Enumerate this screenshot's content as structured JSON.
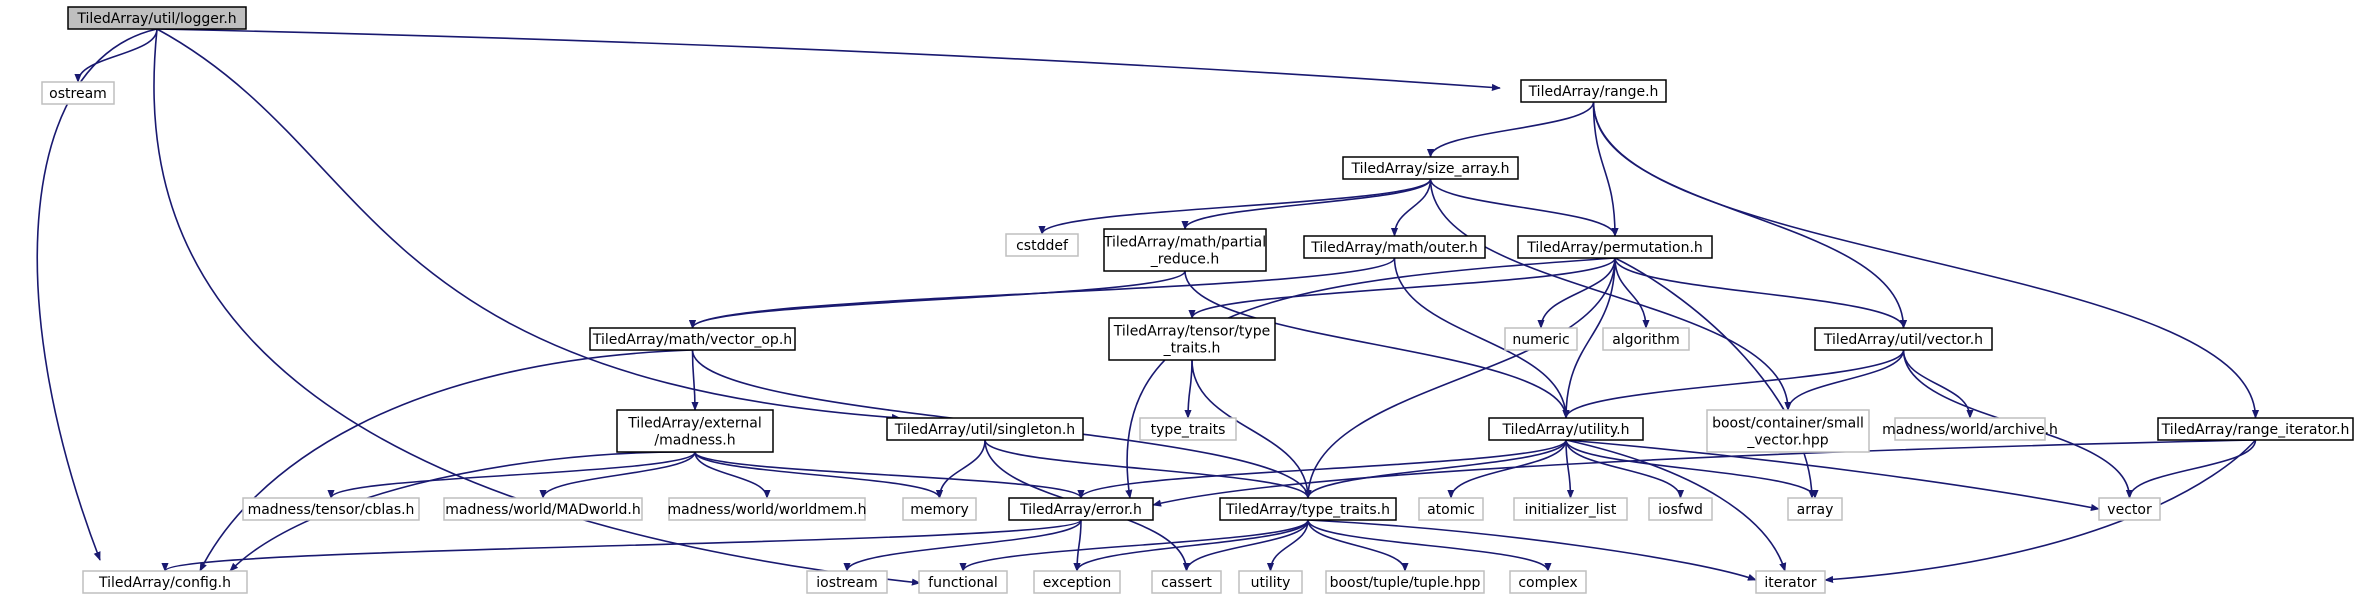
{
  "graph": {
    "edge_color": "#191970",
    "nodes": [
      {
        "id": "logger",
        "lines": [
          "TiledArray/util/logger.h"
        ],
        "kind": "root"
      },
      {
        "id": "ostream",
        "lines": [
          "ostream"
        ],
        "kind": "external"
      },
      {
        "id": "range",
        "lines": [
          "TiledArray/range.h"
        ],
        "kind": "internal"
      },
      {
        "id": "size_array",
        "lines": [
          "TiledArray/size_array.h"
        ],
        "kind": "internal"
      },
      {
        "id": "cstddef",
        "lines": [
          "cstddef"
        ],
        "kind": "external"
      },
      {
        "id": "partial_reduce",
        "lines": [
          "TiledArray/math/partial",
          "_reduce.h"
        ],
        "kind": "internal"
      },
      {
        "id": "outer",
        "lines": [
          "TiledArray/math/outer.h"
        ],
        "kind": "internal"
      },
      {
        "id": "permutation",
        "lines": [
          "TiledArray/permutation.h"
        ],
        "kind": "internal"
      },
      {
        "id": "vector_op",
        "lines": [
          "TiledArray/math/vector_op.h"
        ],
        "kind": "internal"
      },
      {
        "id": "tensor_type_traits",
        "lines": [
          "TiledArray/tensor/type",
          "_traits.h"
        ],
        "kind": "internal"
      },
      {
        "id": "numeric",
        "lines": [
          "numeric"
        ],
        "kind": "external"
      },
      {
        "id": "algorithm",
        "lines": [
          "algorithm"
        ],
        "kind": "external"
      },
      {
        "id": "util_vector",
        "lines": [
          "TiledArray/util/vector.h"
        ],
        "kind": "internal"
      },
      {
        "id": "external_madness",
        "lines": [
          "TiledArray/external",
          "/madness.h"
        ],
        "kind": "internal"
      },
      {
        "id": "singleton",
        "lines": [
          "TiledArray/util/singleton.h"
        ],
        "kind": "internal"
      },
      {
        "id": "type_traits_std",
        "lines": [
          "type_traits"
        ],
        "kind": "external"
      },
      {
        "id": "utility_h",
        "lines": [
          "TiledArray/utility.h"
        ],
        "kind": "internal"
      },
      {
        "id": "small_vector",
        "lines": [
          "boost/container/small",
          "_vector.hpp"
        ],
        "kind": "external"
      },
      {
        "id": "archive",
        "lines": [
          "madness/world/archive.h"
        ],
        "kind": "external"
      },
      {
        "id": "range_iterator",
        "lines": [
          "TiledArray/range_iterator.h"
        ],
        "kind": "internal"
      },
      {
        "id": "cblas",
        "lines": [
          "madness/tensor/cblas.h"
        ],
        "kind": "external"
      },
      {
        "id": "madworld",
        "lines": [
          "madness/world/MADworld.h"
        ],
        "kind": "external"
      },
      {
        "id": "worldmem",
        "lines": [
          "madness/world/worldmem.h"
        ],
        "kind": "external"
      },
      {
        "id": "memory",
        "lines": [
          "memory"
        ],
        "kind": "external"
      },
      {
        "id": "error_h",
        "lines": [
          "TiledArray/error.h"
        ],
        "kind": "internal"
      },
      {
        "id": "type_traits_h",
        "lines": [
          "TiledArray/type_traits.h"
        ],
        "kind": "internal"
      },
      {
        "id": "atomic",
        "lines": [
          "atomic"
        ],
        "kind": "external"
      },
      {
        "id": "initializer_list",
        "lines": [
          "initializer_list"
        ],
        "kind": "external"
      },
      {
        "id": "iosfwd",
        "lines": [
          "iosfwd"
        ],
        "kind": "external"
      },
      {
        "id": "array",
        "lines": [
          "array"
        ],
        "kind": "external"
      },
      {
        "id": "vector",
        "lines": [
          "vector"
        ],
        "kind": "external"
      },
      {
        "id": "config",
        "lines": [
          "TiledArray/config.h"
        ],
        "kind": "external"
      },
      {
        "id": "iostream",
        "lines": [
          "iostream"
        ],
        "kind": "external"
      },
      {
        "id": "functional",
        "lines": [
          "functional"
        ],
        "kind": "external"
      },
      {
        "id": "exception",
        "lines": [
          "exception"
        ],
        "kind": "external"
      },
      {
        "id": "cassert",
        "lines": [
          "cassert"
        ],
        "kind": "external"
      },
      {
        "id": "utility_std",
        "lines": [
          "utility"
        ],
        "kind": "external"
      },
      {
        "id": "tuple",
        "lines": [
          "boost/tuple/tuple.hpp"
        ],
        "kind": "external"
      },
      {
        "id": "complex",
        "lines": [
          "complex"
        ],
        "kind": "external"
      },
      {
        "id": "iterator",
        "lines": [
          "iterator"
        ],
        "kind": "external"
      }
    ],
    "edges": [
      [
        "logger",
        "ostream"
      ],
      [
        "logger",
        "range"
      ],
      [
        "logger",
        "singleton"
      ],
      [
        "logger",
        "config"
      ],
      [
        "logger",
        "functional"
      ],
      [
        "range",
        "size_array"
      ],
      [
        "range",
        "permutation"
      ],
      [
        "range",
        "util_vector"
      ],
      [
        "range",
        "range_iterator"
      ],
      [
        "size_array",
        "cstddef"
      ],
      [
        "size_array",
        "partial_reduce"
      ],
      [
        "size_array",
        "outer"
      ],
      [
        "size_array",
        "permutation"
      ],
      [
        "size_array",
        "small_vector"
      ],
      [
        "partial_reduce",
        "vector_op"
      ],
      [
        "partial_reduce",
        "utility_h"
      ],
      [
        "outer",
        "vector_op"
      ],
      [
        "outer",
        "utility_h"
      ],
      [
        "permutation",
        "tensor_type_traits"
      ],
      [
        "permutation",
        "numeric"
      ],
      [
        "permutation",
        "algorithm"
      ],
      [
        "permutation",
        "util_vector"
      ],
      [
        "permutation",
        "utility_h"
      ],
      [
        "permutation",
        "error_h"
      ],
      [
        "permutation",
        "type_traits_h"
      ],
      [
        "permutation",
        "array"
      ],
      [
        "vector_op",
        "external_madness"
      ],
      [
        "vector_op",
        "config"
      ],
      [
        "vector_op",
        "type_traits_h"
      ],
      [
        "tensor_type_traits",
        "type_traits_std"
      ],
      [
        "tensor_type_traits",
        "type_traits_h"
      ],
      [
        "util_vector",
        "utility_h"
      ],
      [
        "util_vector",
        "small_vector"
      ],
      [
        "util_vector",
        "archive"
      ],
      [
        "util_vector",
        "vector"
      ],
      [
        "external_madness",
        "cblas"
      ],
      [
        "external_madness",
        "madworld"
      ],
      [
        "external_madness",
        "worldmem"
      ],
      [
        "external_madness",
        "memory"
      ],
      [
        "external_madness",
        "error_h"
      ],
      [
        "external_madness",
        "config"
      ],
      [
        "singleton",
        "memory"
      ],
      [
        "singleton",
        "type_traits_h"
      ],
      [
        "singleton",
        "cassert"
      ],
      [
        "utility_h",
        "error_h"
      ],
      [
        "utility_h",
        "type_traits_h"
      ],
      [
        "utility_h",
        "atomic"
      ],
      [
        "utility_h",
        "initializer_list"
      ],
      [
        "utility_h",
        "iosfwd"
      ],
      [
        "utility_h",
        "array"
      ],
      [
        "utility_h",
        "vector"
      ],
      [
        "utility_h",
        "iterator"
      ],
      [
        "range_iterator",
        "error_h"
      ],
      [
        "range_iterator",
        "vector"
      ],
      [
        "range_iterator",
        "iterator"
      ],
      [
        "error_h",
        "config"
      ],
      [
        "error_h",
        "iostream"
      ],
      [
        "error_h",
        "exception"
      ],
      [
        "type_traits_h",
        "functional"
      ],
      [
        "type_traits_h",
        "cassert"
      ],
      [
        "type_traits_h",
        "utility_std"
      ],
      [
        "type_traits_h",
        "tuple"
      ],
      [
        "type_traits_h",
        "complex"
      ],
      [
        "type_traits_h",
        "iterator"
      ],
      [
        "type_traits_h",
        "exception"
      ]
    ]
  }
}
